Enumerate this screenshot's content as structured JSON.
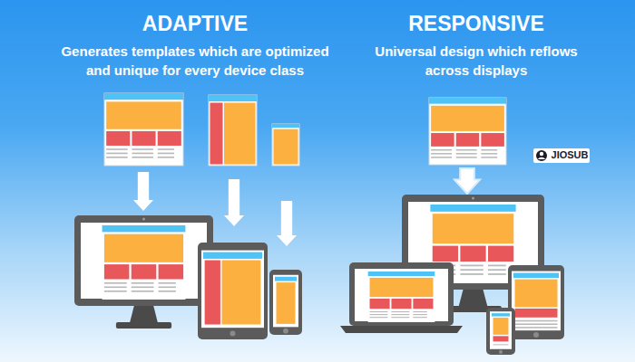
{
  "diagram": {
    "labels": [
      "ADAPTIVE",
      "Generates templates which are optimized and unique for every device class",
      "RESPONSIVE",
      "Universal design which reflows across displays",
      "JIOSUB"
    ]
  }
}
